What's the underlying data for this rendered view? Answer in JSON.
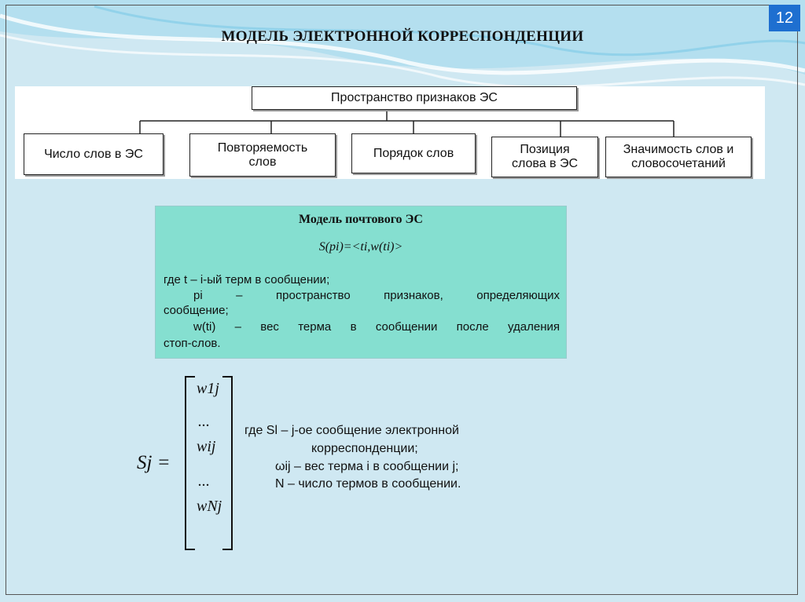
{
  "slide_number": "12",
  "title": "МОДЕЛЬ ЭЛЕКТРОННОЙ КОРРЕСПОНДЕНЦИИ",
  "tree": {
    "root": "Пространство признаков ЭС",
    "children": [
      {
        "line1": "Число слов в ЭС",
        "line2": ""
      },
      {
        "line1": "Повторяемость",
        "line2": "слов"
      },
      {
        "line1": "Порядок слов",
        "line2": ""
      },
      {
        "line1": "Позиция",
        "line2": "слова в ЭС"
      },
      {
        "line1": "Значимость слов и",
        "line2": "словосочетаний"
      }
    ]
  },
  "model": {
    "title": "Модель почтового ЭС",
    "formula": "S(pi)=<ti,w(ti)>",
    "lines": [
      "где  t – i-ый терм  в сообщении;",
      "pi – пространство признаков, определяющих",
      "сообщение;",
      "w(ti) – вес терма в сообщении после удаления",
      "стоп-слов."
    ]
  },
  "matrix": {
    "lhs": "Sj =",
    "entries": [
      "w1j",
      "...",
      "wij",
      "...",
      "wNj"
    ]
  },
  "where": {
    "line1": "где  Sl – j-ое сообщение электронной",
    "line2": "корреспонденции;",
    "line3": "ωij – вес терма i в сообщении j;",
    "line4": "N – число термов в сообщении."
  }
}
